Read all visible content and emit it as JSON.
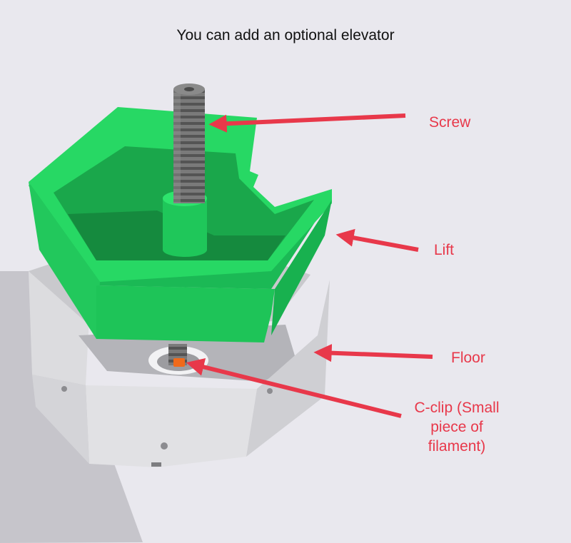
{
  "title": "You can add an optional elevator",
  "callouts": {
    "screw": "Screw",
    "lift": "Lift",
    "floor": "Floor",
    "cclip": "C-clip (Small piece of filament)"
  },
  "colors": {
    "background": "#e9e8ee",
    "arrow": "#e8384a",
    "lift_green": "#1fcc5c",
    "base_grey": "#d6d6d8",
    "screw_grey": "#6b6b6b",
    "clip_orange": "#f06a1a"
  }
}
